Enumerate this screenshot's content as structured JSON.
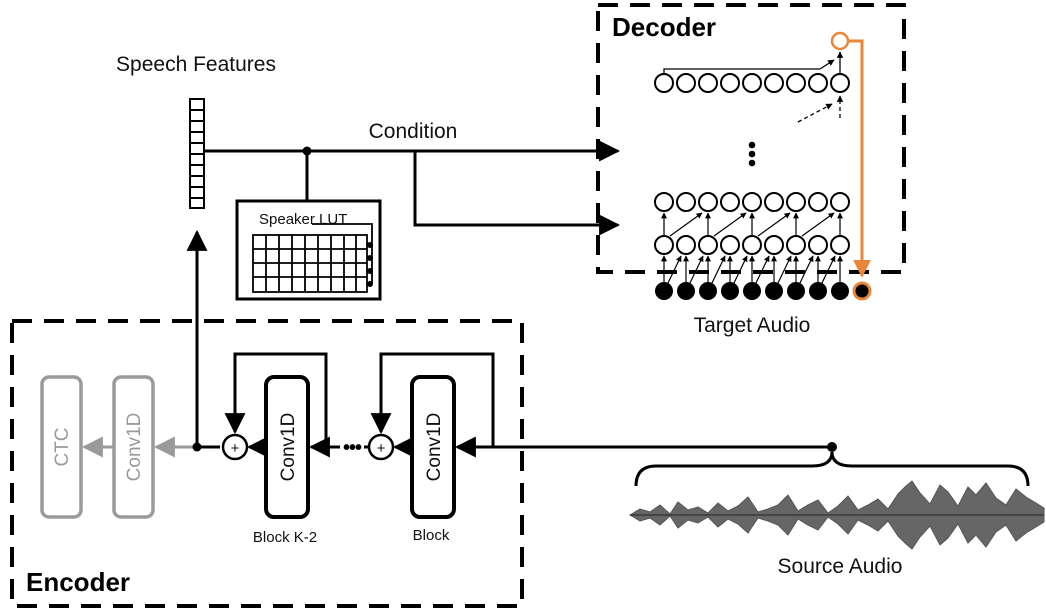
{
  "diagram": {
    "decoder_title": "Decoder",
    "encoder_title": "Encoder",
    "speech_features_label": "Speech Features",
    "condition_label": "Condition",
    "speaker_lut_label": "Speaker LUT",
    "target_audio_label": "Target Audio",
    "source_audio_label": "Source Audio",
    "ctc_label": "CTC",
    "conv1d_grey_label": "Conv1D",
    "conv1d_label_1": "Conv1D",
    "conv1d_label_2": "Conv1D",
    "block_k2_label": "Block K-2",
    "block_label": "Block",
    "plus_symbol": "+",
    "dots_symbol": "•••",
    "colors": {
      "accent_orange": "#e8873a",
      "greyed": "#9a9a9a",
      "stroke": "#000000"
    }
  }
}
